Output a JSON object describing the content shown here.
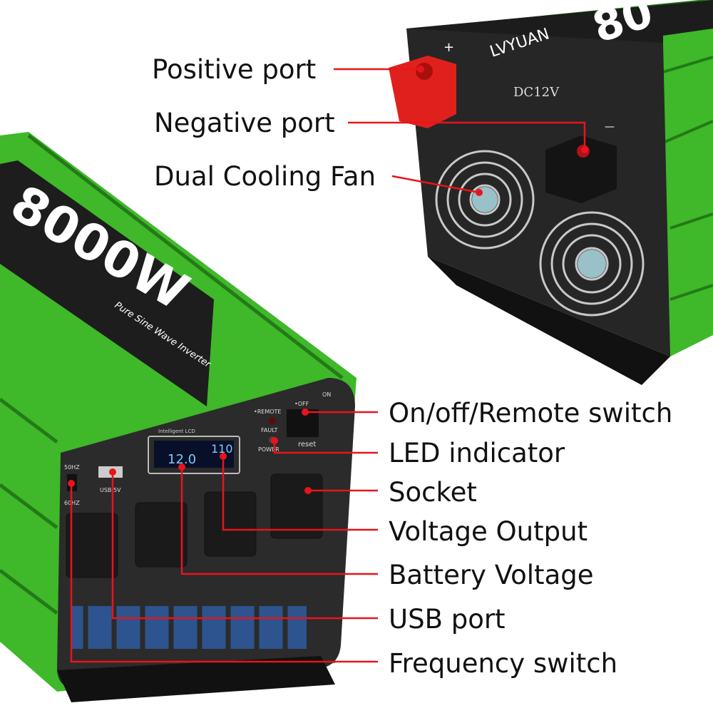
{
  "callouts": {
    "positive_port": "Positive port",
    "negative_port": "Negative port",
    "dual_cooling_fan": "Dual Cooling Fan",
    "on_off_remote_switch": "On/off/Remote switch",
    "led_indicator": "LED indicator",
    "socket": "Socket",
    "voltage_output": "Voltage Output",
    "battery_voltage": "Battery Voltage",
    "usb_port": "USB port",
    "frequency_switch": "Frequency switch"
  },
  "product_labels": {
    "brand": "LVYUAN",
    "power_rear": "80",
    "power_front": "8000W",
    "product_type": "Pure Sine Wave Inverter",
    "dc_input": "DC12V",
    "positive_mark": "+",
    "negative_mark": "—",
    "remote": "•REMOTE",
    "off": "•OFF",
    "on": "ON",
    "fault": "FAULT",
    "power": "POWER",
    "reset": "reset",
    "hz50": "50HZ",
    "hz60": "60HZ",
    "usb": "USB 5V",
    "lcd_battery": "12.0",
    "lcd_output": "110",
    "lcd_caption": "Intelligent LCD"
  },
  "colors": {
    "accent_line": "#e8141c",
    "housing_green": "#3fb82a",
    "panel": "#2b2b2b"
  }
}
